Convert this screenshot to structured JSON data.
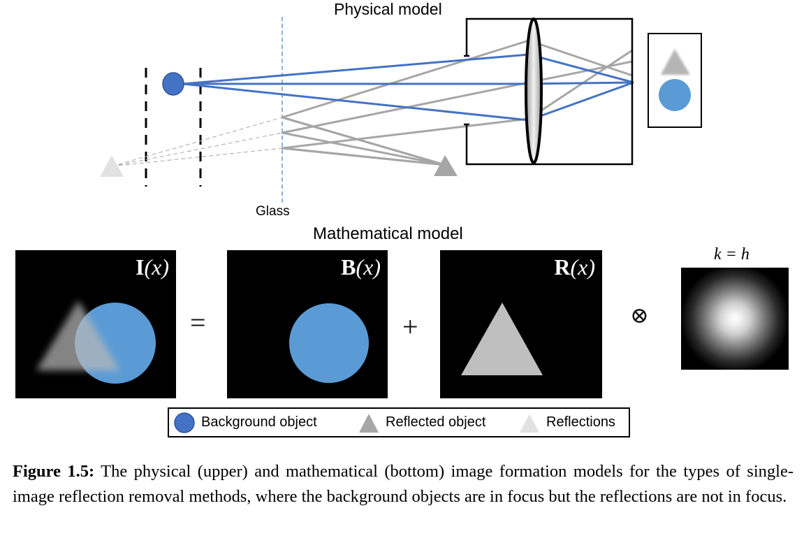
{
  "physical": {
    "title": "Physical model",
    "glass_label": "Glass"
  },
  "mathematical": {
    "title": "Mathematical model",
    "panels": {
      "observed": {
        "symbol": "I",
        "arg": "(x)"
      },
      "background": {
        "symbol": "B",
        "arg": "(x)"
      },
      "reflection": {
        "symbol": "R",
        "arg": "(x)"
      }
    },
    "equals_symbol": "=",
    "plus_symbol": "+",
    "convolve_symbol": "⊗",
    "kernel_label": "k = h"
  },
  "legend": {
    "items": [
      {
        "label": "Background object",
        "icon": "blue-circle-icon"
      },
      {
        "label": "Reflected object",
        "icon": "gray-triangle-icon"
      },
      {
        "label": "Reflections",
        "icon": "light-gray-triangle-icon"
      }
    ]
  },
  "caption": {
    "label": "Figure 1.5:",
    "text": " The physical (upper) and mathematical (bottom) image formation models for the types of single-image reflection removal methods, where the background objects are in focus but the reflections are not in focus."
  },
  "colors": {
    "background_object": "#4a8fd6",
    "ray_blue": "#4472c4",
    "ray_gray": "#a6a6a6",
    "reflected_object": "#a6a6a6",
    "reflection": "#d9d9d9",
    "glass_line": "#5b9bd5"
  }
}
